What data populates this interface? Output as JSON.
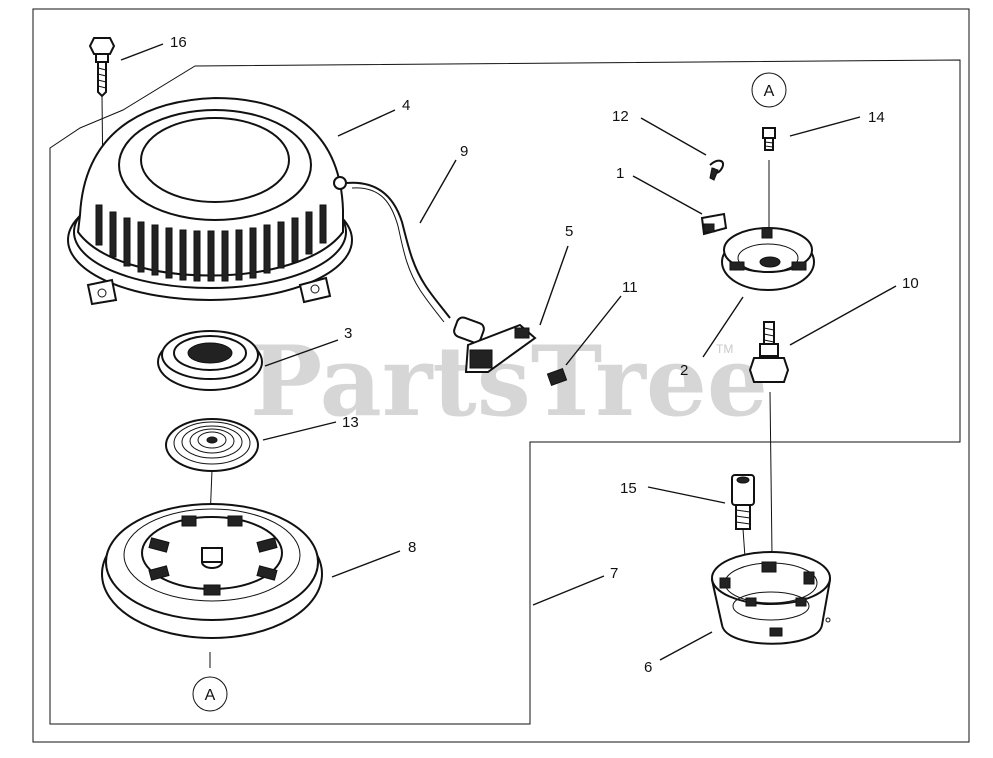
{
  "watermark": {
    "text": "PartsTree",
    "mark": "TM"
  },
  "reference_markers": [
    "A",
    "A"
  ],
  "part_labels": {
    "p1": "1",
    "p2": "2",
    "p3": "3",
    "p4": "4",
    "p5": "5",
    "p6": "6",
    "p7": "7",
    "p8": "8",
    "p9": "9",
    "p10": "10",
    "p11": "11",
    "p12": "12",
    "p13": "13",
    "p14": "14",
    "p15": "15",
    "p16": "16"
  }
}
